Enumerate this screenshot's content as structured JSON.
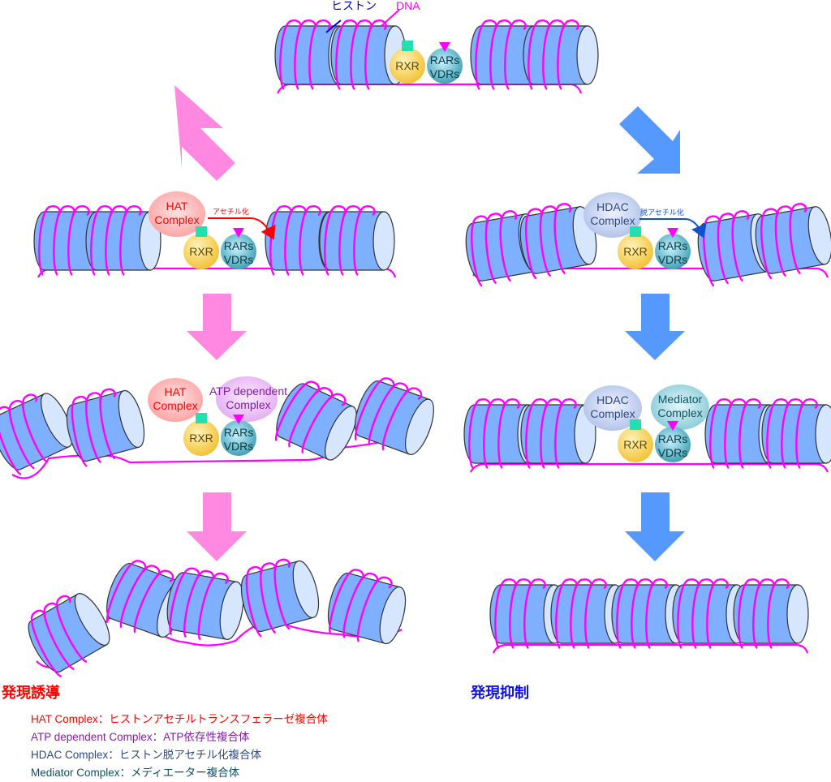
{
  "colors": {
    "histone_body": "#7fb0ff",
    "histone_face": "#d6e6ff",
    "dna": "#ff00ff",
    "histone_label": "#0000cc",
    "induction_arrow": "#ff88e0",
    "repression_arrow": "#5599ff",
    "rxr": "#ffd24d",
    "rars": "#3aa6b8",
    "rxr_ligand": "#22e0b0",
    "rars_ligand": "#ff00ff",
    "hat": "#ffa8a8",
    "hdac": "#b8c8ec",
    "atp": "#e8b0f4",
    "mediator": "#88ccd8",
    "induction_text": "#ff0000",
    "repression_text": "#1010ee",
    "hat_text": "#ff0000",
    "atp_text": "#8020a0",
    "hdac_text": "#304880",
    "mediator_text": "#105060"
  },
  "top": {
    "histone_label": "ヒストン",
    "dna_label": "DNA"
  },
  "receptors": {
    "rxr": "RXR",
    "rars_line1": "RARs",
    "rars_line2": "VDRs"
  },
  "complexes": {
    "hat_line1": "HAT",
    "hat_line2": "Complex",
    "hdac_line1": "HDAC",
    "hdac_line2": "Complex",
    "atp_line1": "ATP dependent",
    "atp_line2": "Complex",
    "mediator_line1": "Mediator",
    "mediator_line2": "Complex"
  },
  "actions": {
    "acetylation": "アセチル化",
    "deacetylation": "脱アセチル化"
  },
  "outcomes": {
    "induction": "発現誘導",
    "repression": "発現抑制"
  },
  "legend": [
    {
      "text": "HAT Complex：ヒストンアセチルトランスフェラーゼ複合体"
    },
    {
      "text": "ATP dependent Complex：ATP依存性複合体"
    },
    {
      "text": "HDAC Complex：ヒストン脱アセチル化複合体"
    },
    {
      "text": "Mediator Complex：メディエーター複合体"
    }
  ]
}
